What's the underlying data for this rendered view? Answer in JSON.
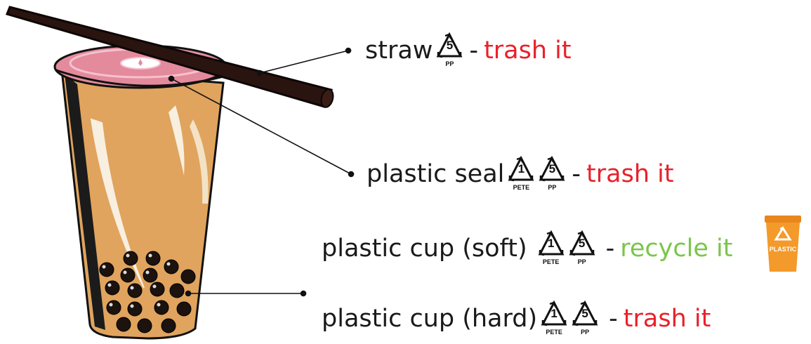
{
  "labels": {
    "straw": {
      "item": "straw",
      "codes": [
        {
          "num": "5",
          "abbr": "PP"
        }
      ],
      "sep": "-",
      "action": "trash it",
      "action_color": "#e8212b"
    },
    "seal": {
      "item": "plastic seal",
      "codes": [
        {
          "num": "1",
          "abbr": "PETE"
        },
        {
          "num": "5",
          "abbr": "PP"
        }
      ],
      "sep": "-",
      "action": "trash it",
      "action_color": "#e8212b"
    },
    "cup_soft": {
      "item": "plastic cup (soft)",
      "codes": [
        {
          "num": "1",
          "abbr": "PETE"
        },
        {
          "num": "5",
          "abbr": "PP"
        }
      ],
      "sep": "-",
      "action": "recycle it",
      "action_color": "#79c64a"
    },
    "cup_hard": {
      "item": "plastic cup (hard)",
      "codes": [
        {
          "num": "1",
          "abbr": "PETE"
        },
        {
          "num": "5",
          "abbr": "PP"
        }
      ],
      "sep": "-",
      "action": "trash it",
      "action_color": "#e8212b"
    }
  },
  "bin": {
    "label": "PLASTIC",
    "color": "#f39a2b",
    "icon": "recycle-icon"
  },
  "colors": {
    "drink": "#e0a45e",
    "lid": "#e48a9d",
    "straw": "#2a1410",
    "pearls": "#1c120e"
  }
}
